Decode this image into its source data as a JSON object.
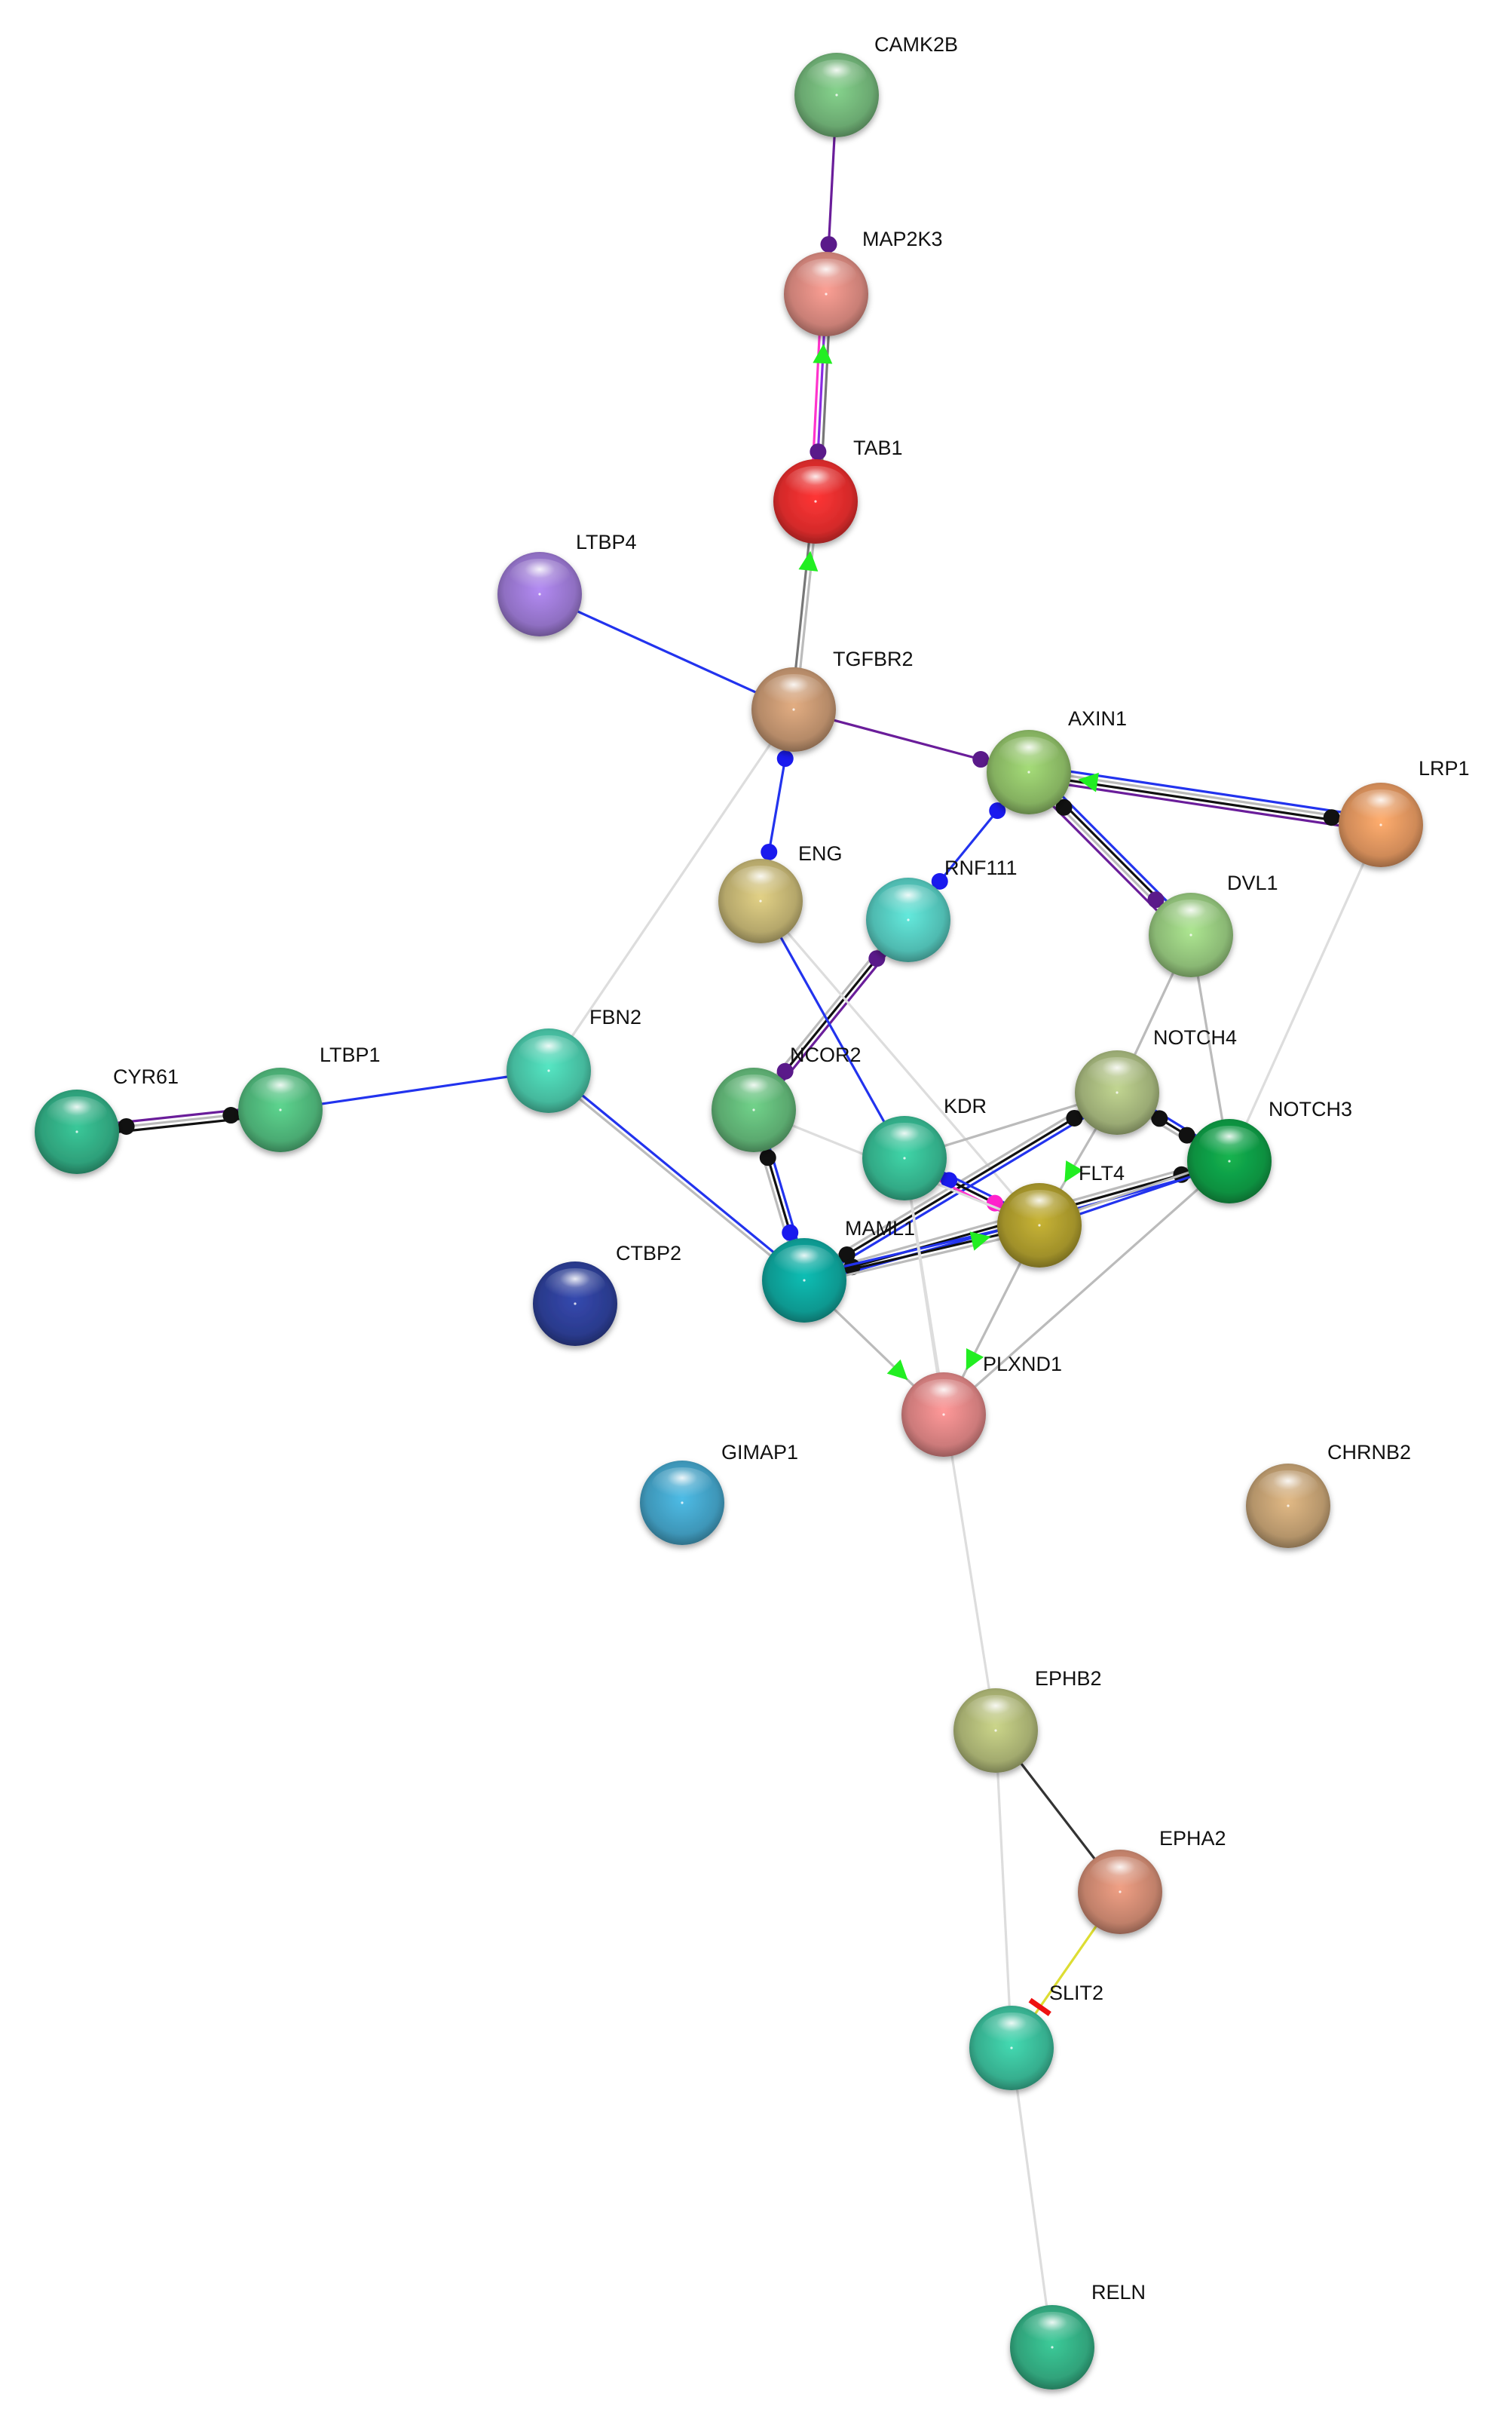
{
  "nodes": [
    {
      "id": "CAMK2B",
      "label": "CAMK2B",
      "color": "#6aa870"
    },
    {
      "id": "MAP2K3",
      "label": "MAP2K3",
      "color": "#c97f76"
    },
    {
      "id": "TAB1",
      "label": "TAB1",
      "color": "#d42a2a"
    },
    {
      "id": "LTBP4",
      "label": "LTBP4",
      "color": "#8f6fc2"
    },
    {
      "id": "TGFBR2",
      "label": "TGFBR2",
      "color": "#b58a68"
    },
    {
      "id": "AXIN1",
      "label": "AXIN1",
      "color": "#84b060"
    },
    {
      "id": "LRP1",
      "label": "LRP1",
      "color": "#cf8a58"
    },
    {
      "id": "ENG",
      "label": "ENG",
      "color": "#b5a76b"
    },
    {
      "id": "RNF111",
      "label": "RNF111",
      "color": "#4fbab0"
    },
    {
      "id": "DVL1",
      "label": "DVL1",
      "color": "#8ab874"
    },
    {
      "id": "FBN2",
      "label": "FBN2",
      "color": "#44b89c"
    },
    {
      "id": "CYR61",
      "label": "CYR61",
      "color": "#2ea07a"
    },
    {
      "id": "LTBP1",
      "label": "LTBP1",
      "color": "#4aaa72"
    },
    {
      "id": "NCOR2",
      "label": "NCOR2",
      "color": "#5aa86e"
    },
    {
      "id": "NOTCH4",
      "label": "NOTCH4",
      "color": "#9aaa74"
    },
    {
      "id": "NOTCH3",
      "label": "NOTCH3",
      "color": "#0f9040"
    },
    {
      "id": "KDR",
      "label": "KDR",
      "color": "#32aa86"
    },
    {
      "id": "FLT4",
      "label": "FLT4",
      "color": "#a0902a"
    },
    {
      "id": "MAML1",
      "label": "MAML1",
      "color": "#0c9890"
    },
    {
      "id": "CTBP2",
      "label": "CTBP2",
      "color": "#2a3a8c"
    },
    {
      "id": "PLXND1",
      "label": "PLXND1",
      "color": "#cc7a7a"
    },
    {
      "id": "GIMAP1",
      "label": "GIMAP1",
      "color": "#3e96b8"
    },
    {
      "id": "CHRNB2",
      "label": "CHRNB2",
      "color": "#b4946a"
    },
    {
      "id": "EPHB2",
      "label": "EPHB2",
      "color": "#a2aa6e"
    },
    {
      "id": "EPHA2",
      "label": "EPHA2",
      "color": "#c0806a"
    },
    {
      "id": "SLIT2",
      "label": "SLIT2",
      "color": "#36ae8e"
    },
    {
      "id": "RELN",
      "label": "RELN",
      "color": "#30a27a"
    }
  ],
  "edges": [
    {
      "source": "CAMK2B",
      "target": "MAP2K3",
      "colors": [
        "#6a1d9a"
      ],
      "target_end": "dot-purple"
    },
    {
      "source": "TAB1",
      "target": "MAP2K3",
      "colors": [
        "#ff33cc",
        "#8a2be2",
        "#777777"
      ],
      "source_end": "dot-purple",
      "target_end": "arrow-green"
    },
    {
      "source": "TGFBR2",
      "target": "TAB1",
      "colors": [
        "#777777",
        "#bbbbbb"
      ],
      "source_end": "",
      "target_end": "arrow-green"
    },
    {
      "source": "LTBP4",
      "target": "TGFBR2",
      "colors": [
        "#2233ee"
      ]
    },
    {
      "source": "TGFBR2",
      "target": "AXIN1",
      "colors": [
        "#6a1d9a"
      ],
      "target_end": "dot-purple"
    },
    {
      "source": "TGFBR2",
      "target": "ENG",
      "colors": [
        "#2233ee"
      ],
      "source_end": "dot-blue",
      "target_end": "dot-blue"
    },
    {
      "source": "TGFBR2",
      "target": "FBN2",
      "colors": [
        "#dddddd"
      ]
    },
    {
      "source": "AXIN1",
      "target": "LRP1",
      "colors": [
        "#2233ee",
        "#bbbbbb",
        "#111111",
        "#6a1d9a"
      ],
      "source_end": "arrow-green",
      "target_end": "dot-black"
    },
    {
      "source": "AXIN1",
      "target": "DVL1",
      "colors": [
        "#2233ee",
        "#111111",
        "#bbbbbb",
        "#6a1d9a"
      ],
      "source_end": "dot-black",
      "target_end": "dot-purple"
    },
    {
      "source": "AXIN1",
      "target": "RNF111",
      "colors": [
        "#2233ee"
      ],
      "source_end": "dot-blue",
      "target_end": "dot-blue"
    },
    {
      "source": "LRP1",
      "target": "NOTCH3",
      "colors": [
        "#dddddd"
      ]
    },
    {
      "source": "RNF111",
      "target": "NCOR2",
      "colors": [
        "#6a1d9a",
        "#111111",
        "#bbbbbb"
      ],
      "source_end": "dot-purple",
      "target_end": "dot-purple"
    },
    {
      "source": "DVL1",
      "target": "NOTCH4",
      "colors": [
        "#bbbbbb"
      ]
    },
    {
      "source": "DVL1",
      "target": "NOTCH3",
      "colors": [
        "#bbbbbb"
      ]
    },
    {
      "source": "ENG",
      "target": "KDR",
      "colors": [
        "#2233ee"
      ]
    },
    {
      "source": "ENG",
      "target": "FLT4",
      "colors": [
        "#dddddd"
      ]
    },
    {
      "source": "FBN2",
      "target": "LTBP1",
      "colors": [
        "#2233ee"
      ]
    },
    {
      "source": "FBN2",
      "target": "MAML1",
      "colors": [
        "#2233ee",
        "#bbbbbb"
      ]
    },
    {
      "source": "LTBP1",
      "target": "CYR61",
      "colors": [
        "#111111",
        "#bbbbbb",
        "#6a1d9a"
      ],
      "source_end": "dot-black",
      "target_end": "dot-black"
    },
    {
      "source": "NCOR2",
      "target": "MAML1",
      "colors": [
        "#2233ee",
        "#111111",
        "#bbbbbb"
      ],
      "source_end": "dot-black",
      "target_end": "dot-blue"
    },
    {
      "source": "NOTCH4",
      "target": "NOTCH3",
      "colors": [
        "#2233ee",
        "#111111",
        "#bbbbbb"
      ],
      "source_end": "dot-black",
      "target_end": "dot-black"
    },
    {
      "source": "NOTCH4",
      "target": "MAML1",
      "colors": [
        "#2233ee",
        "#111111",
        "#bbbbbb"
      ],
      "source_end": "dot-black",
      "target_end": "dot-black"
    },
    {
      "source": "NOTCH4",
      "target": "FLT4",
      "colors": [
        "#bbbbbb"
      ],
      "source_end": "",
      "target_end": "arrow-green"
    },
    {
      "source": "NOTCH4",
      "target": "KDR",
      "colors": [
        "#bbbbbb"
      ]
    },
    {
      "source": "NOTCH3",
      "target": "MAML1",
      "colors": [
        "#2233ee",
        "#111111",
        "#bbbbbb"
      ],
      "source_end": "dot-black",
      "target_end": "dot-black"
    },
    {
      "source": "NOTCH3",
      "target": "FLT4",
      "colors": [
        "#2233ee",
        "#bbbbbb"
      ]
    },
    {
      "source": "NOTCH3",
      "target": "PLXND1",
      "colors": [
        "#bbbbbb"
      ]
    },
    {
      "source": "KDR",
      "target": "FLT4",
      "colors": [
        "#2233ee",
        "#111111",
        "#ff33cc"
      ],
      "source_end": "dot-blue",
      "target_end": "dot-magenta"
    },
    {
      "source": "MAML1",
      "target": "FLT4",
      "colors": [
        "#2233ee",
        "#111111",
        "#bbbbbb"
      ],
      "source_end": "",
      "target_end": "arrow-green"
    },
    {
      "source": "MAML1",
      "target": "PLXND1",
      "colors": [
        "#bbbbbb"
      ],
      "source_end": "",
      "target_end": "arrow-green"
    },
    {
      "source": "NCOR2",
      "target": "FLT4",
      "colors": [
        "#dddddd"
      ]
    },
    {
      "source": "FLT4",
      "target": "PLXND1",
      "colors": [
        "#bbbbbb"
      ],
      "source_end": "",
      "target_end": "arrow-green"
    },
    {
      "source": "KDR",
      "target": "PLXND1",
      "colors": [
        "#dddddd"
      ]
    },
    {
      "source": "KDR",
      "target": "EPHB2",
      "colors": [
        "#dddddd"
      ]
    },
    {
      "source": "EPHB2",
      "target": "EPHA2",
      "colors": [
        "#333333"
      ]
    },
    {
      "source": "EPHB2",
      "target": "SLIT2",
      "colors": [
        "#dddddd"
      ]
    },
    {
      "source": "EPHA2",
      "target": "SLIT2",
      "colors": [
        "#dddd33"
      ],
      "target_end": "bar-red"
    },
    {
      "source": "SLIT2",
      "target": "RELN",
      "colors": [
        "#dddddd"
      ]
    }
  ]
}
